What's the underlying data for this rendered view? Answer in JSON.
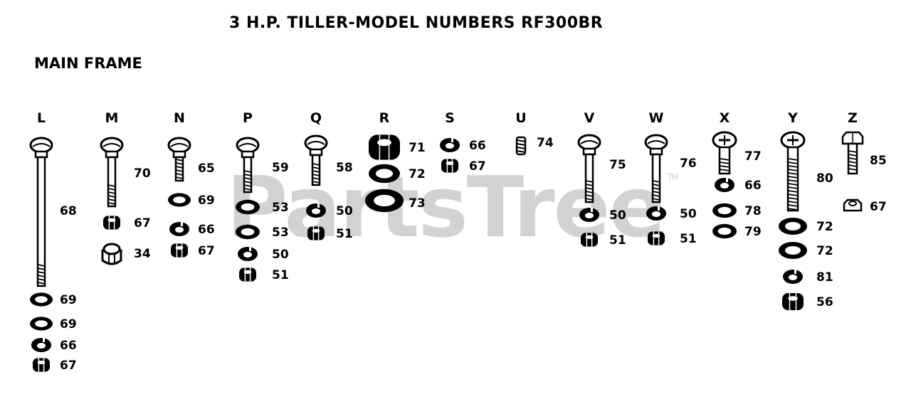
{
  "title": "3 H.P. TILLER-MODEL NUMBERS RF300BR",
  "section": "MAIN FRAME",
  "watermark": "PartsTree",
  "watermark_mark": "TM",
  "columns": [
    {
      "letter": "L",
      "parts": [
        {
          "kind": "bolt",
          "ref": "68"
        },
        {
          "kind": "washer",
          "ref": "69"
        },
        {
          "kind": "washer",
          "ref": "69"
        },
        {
          "kind": "lock",
          "ref": "66"
        },
        {
          "kind": "nut",
          "ref": "67"
        }
      ]
    },
    {
      "letter": "M",
      "parts": [
        {
          "kind": "bolt",
          "ref": "70"
        },
        {
          "kind": "nut",
          "ref": "67"
        },
        {
          "kind": "acorn",
          "ref": "34"
        }
      ]
    },
    {
      "letter": "N",
      "parts": [
        {
          "kind": "bolt",
          "ref": "65"
        },
        {
          "kind": "washer",
          "ref": "69"
        },
        {
          "kind": "lock",
          "ref": "66"
        },
        {
          "kind": "nut",
          "ref": "67"
        }
      ]
    },
    {
      "letter": "P",
      "parts": [
        {
          "kind": "bolt",
          "ref": "59"
        },
        {
          "kind": "washer",
          "ref": "53"
        },
        {
          "kind": "washer",
          "ref": "53"
        },
        {
          "kind": "lock",
          "ref": "50"
        },
        {
          "kind": "nut",
          "ref": "51"
        }
      ]
    },
    {
      "letter": "Q",
      "parts": [
        {
          "kind": "bolt",
          "ref": "58"
        },
        {
          "kind": "lock",
          "ref": "50"
        },
        {
          "kind": "nut",
          "ref": "51"
        }
      ]
    },
    {
      "letter": "R",
      "parts": [
        {
          "kind": "nut",
          "ref": "71"
        },
        {
          "kind": "washer",
          "ref": "72"
        },
        {
          "kind": "washer",
          "ref": "73"
        }
      ]
    },
    {
      "letter": "S",
      "parts": [
        {
          "kind": "lock",
          "ref": "66"
        },
        {
          "kind": "nut",
          "ref": "67"
        }
      ]
    },
    {
      "letter": "U",
      "parts": [
        {
          "kind": "setscrew",
          "ref": "74"
        }
      ]
    },
    {
      "letter": "V",
      "parts": [
        {
          "kind": "bolt",
          "ref": "75"
        },
        {
          "kind": "lock",
          "ref": "50"
        },
        {
          "kind": "nut",
          "ref": "51"
        }
      ]
    },
    {
      "letter": "W",
      "parts": [
        {
          "kind": "bolt",
          "ref": "76"
        },
        {
          "kind": "lock",
          "ref": "50"
        },
        {
          "kind": "nut",
          "ref": "51"
        }
      ]
    },
    {
      "letter": "X",
      "parts": [
        {
          "kind": "screw",
          "ref": "77"
        },
        {
          "kind": "lock",
          "ref": "66"
        },
        {
          "kind": "washer",
          "ref": "78"
        },
        {
          "kind": "washer",
          "ref": "79"
        }
      ]
    },
    {
      "letter": "Y",
      "parts": [
        {
          "kind": "screw",
          "ref": "80"
        },
        {
          "kind": "washer",
          "ref": "72"
        },
        {
          "kind": "washer",
          "ref": "72"
        },
        {
          "kind": "lock",
          "ref": "81"
        },
        {
          "kind": "nut",
          "ref": "56"
        }
      ]
    },
    {
      "letter": "Z",
      "parts": [
        {
          "kind": "hexbolt",
          "ref": "85"
        },
        {
          "kind": "hexnut",
          "ref": "67"
        }
      ]
    }
  ]
}
